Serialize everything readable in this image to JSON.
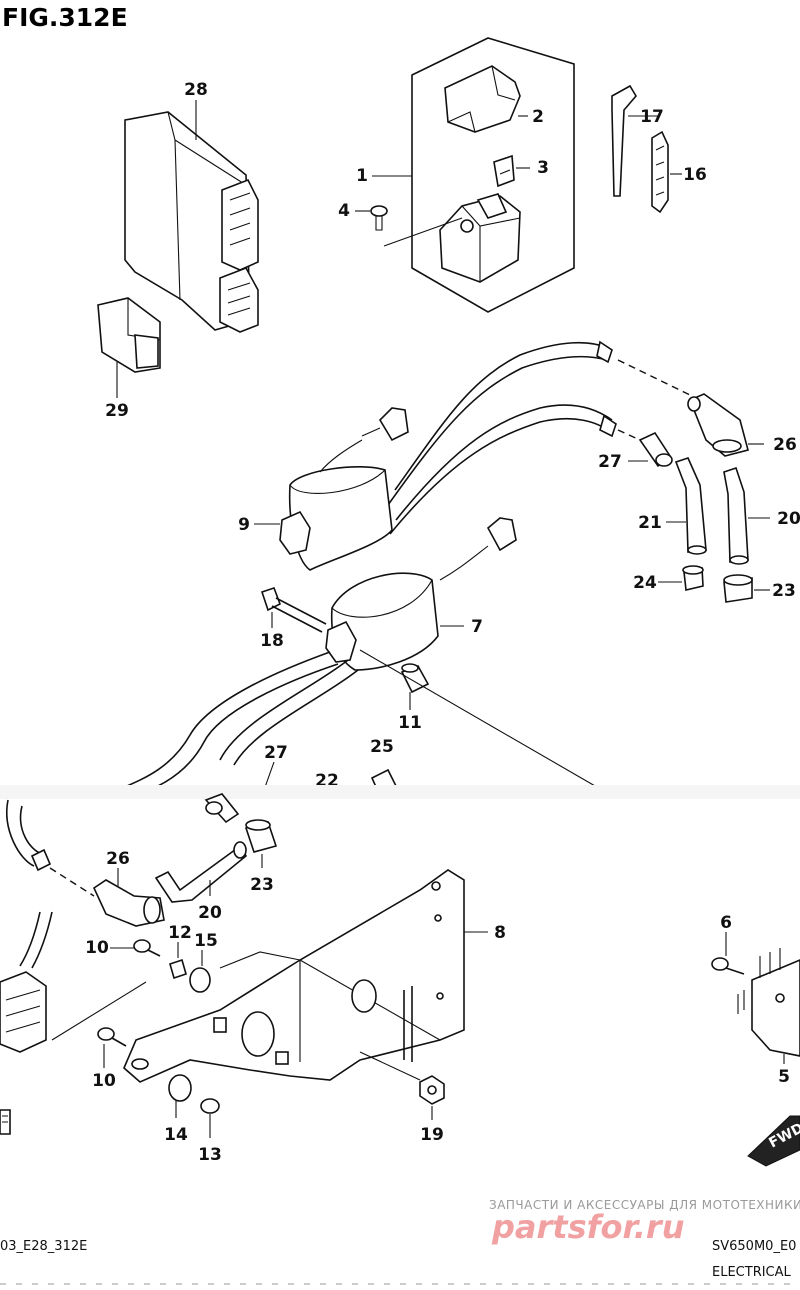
{
  "title": "FIG.312E",
  "callouts": {
    "c1": "1",
    "c2": "2",
    "c3": "3",
    "c4": "4",
    "c5": "5",
    "c6": "6",
    "c7": "7",
    "c8": "8",
    "c9": "9",
    "c10a": "10",
    "c10b": "10",
    "c11": "11",
    "c12": "12",
    "c13": "13",
    "c14": "14",
    "c15": "15",
    "c16": "16",
    "c17": "17",
    "c18": "18",
    "c19": "19",
    "c20a": "20",
    "c20b": "20",
    "c21": "21",
    "c22": "22",
    "c23a": "23",
    "c23b": "23",
    "c24": "24",
    "c25": "25",
    "c26a": "26",
    "c26b": "26",
    "c27a": "27",
    "c27b": "27",
    "c28": "28",
    "c29": "29"
  },
  "footer": {
    "left_code": "03_E28_312E",
    "model_code": "SV650M0_E0",
    "section": "ELECTRICAL"
  },
  "watermark": {
    "tagline": "ЗАПЧАСТИ И АКСЕССУАРЫ ДЛЯ МОТОТЕХНИКИ",
    "brand": "partsfor.ru"
  },
  "fwd_label": "FWD"
}
